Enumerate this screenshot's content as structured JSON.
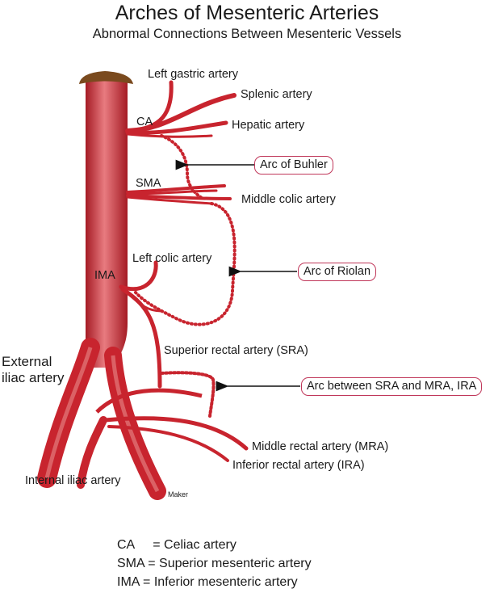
{
  "title": "Arches of Mesenteric Arteries",
  "subtitle": "Abnormal Connections Between Mesenteric Vessels",
  "labels": {
    "left_gastric": "Left gastric artery",
    "splenic": "Splenic artery",
    "ca": "CA",
    "hepatic": "Hepatic artery",
    "sma": "SMA",
    "middle_colic": "Middle colic artery",
    "left_colic": "Left colic artery",
    "ima": "IMA",
    "external_iliac": "External\niliac artery",
    "sra": "Superior rectal artery (SRA)",
    "mra": "Middle rectal artery (MRA)",
    "ira": "Inferior rectal artery (IRA)",
    "internal_iliac": "Internal iliac artery",
    "maker": "Maker"
  },
  "callouts": {
    "buhler": "Arc of Buhler",
    "riolan": "Arc of Riolan",
    "sra_mra_ira": "Arc between SRA and MRA, IRA"
  },
  "legend": [
    {
      "abbr": "CA",
      "sep": "= ",
      "full": "Celiac artery"
    },
    {
      "abbr": "SMA",
      "sep": "=  ",
      "full": "Superior mesenteric artery"
    },
    {
      "abbr": "IMA",
      "sep": " = ",
      "full": "Inferior mesenteric artery"
    }
  ],
  "colors": {
    "artery": "#c8242e",
    "artery_dark": "#9a1820",
    "artery_highlight": "#e88a8a",
    "cap": "#7a4a1e",
    "callout_border": "#c0375a"
  }
}
